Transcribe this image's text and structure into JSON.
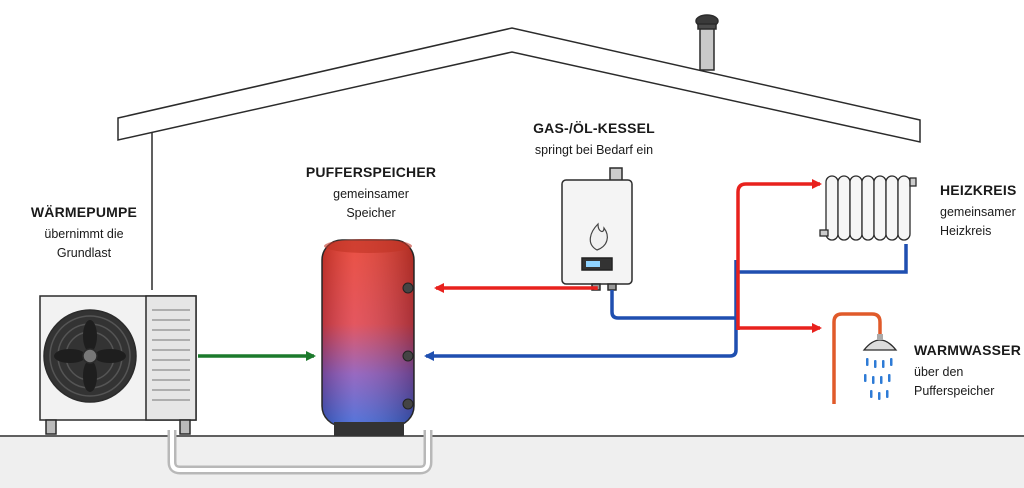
{
  "labels": {
    "heat_pump": {
      "title": "WÄRMEPUMPE",
      "line1": "übernimmt die",
      "line2": "Grundlast"
    },
    "buffer": {
      "title": "PUFFERSPEICHER",
      "line1": "gemeinsamer",
      "line2": "Speicher"
    },
    "boiler": {
      "title": "GAS-/ÖL-KESSEL",
      "line1": "springt bei Bedarf ein"
    },
    "heating_circuit": {
      "title": "HEIZKREIS",
      "line1": "gemeinsamer",
      "line2": "Heizkreis"
    },
    "hot_water": {
      "title": "WARMWASSER",
      "line1": "über den",
      "line2": "Pufferspeicher"
    }
  },
  "colors": {
    "supply_hot": "#e8211d",
    "return_cold": "#1f4fb0",
    "heat_pump_flow": "#1c7a2c",
    "outline": "#2b2b2b",
    "tank_top": "#e83a2a",
    "tank_bottom": "#3a63d6"
  }
}
